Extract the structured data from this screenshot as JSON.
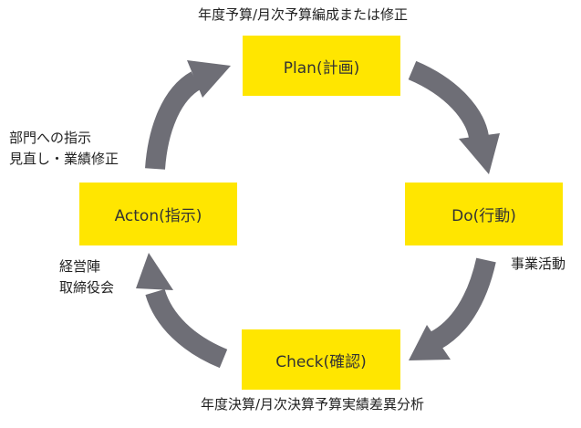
{
  "boxes": {
    "plan": "Plan(計画)",
    "do": "Do(行動)",
    "check": "Check(確認)",
    "act": "Acton(指示)"
  },
  "labels": {
    "plan": "年度予算/月次予算編成または修正",
    "do": "事業活動",
    "check": "年度決算/月次決算予算実績差異分析",
    "act_line1": "部門への指示",
    "act_line2": "見直し・業績修正",
    "meeting_line1": "経営陣",
    "meeting_line2": "取締役会"
  },
  "colors": {
    "box_fill": "#ffe600",
    "arrow": "#6e6e76",
    "text": "#222222"
  }
}
